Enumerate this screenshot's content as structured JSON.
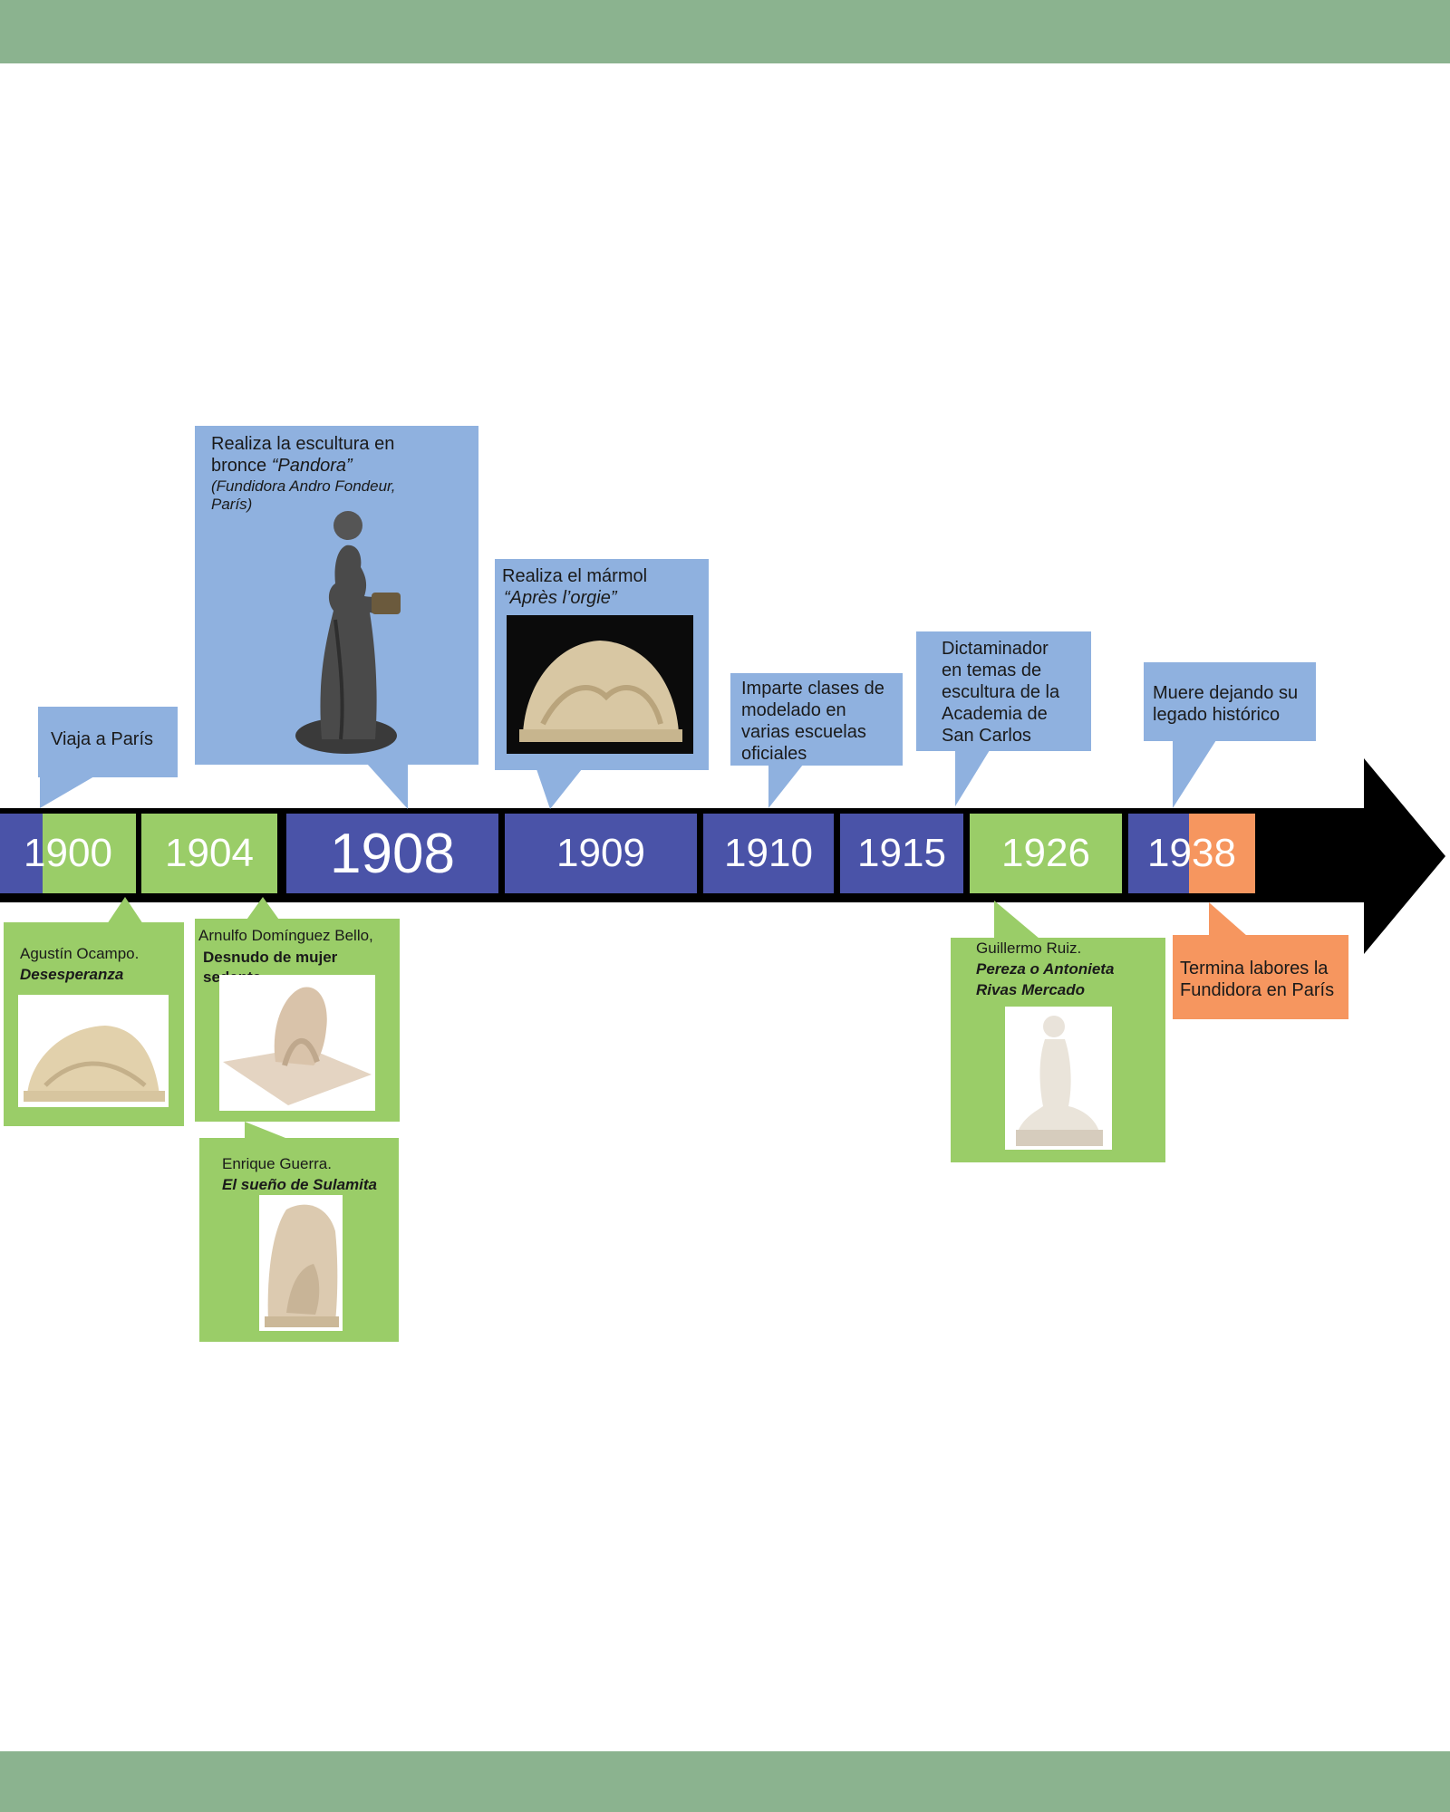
{
  "colors": {
    "frame_band": "#8bb38f",
    "segment_blue": "#4a53a8",
    "segment_green": "#9acd68",
    "segment_orange": "#f6965f",
    "callout_blue": "#8fb1df",
    "callout_green": "#9acd68",
    "callout_orange": "#f6965f",
    "axis": "#000000"
  },
  "timeline": {
    "years": [
      "1900",
      "1904",
      "1908",
      "1909",
      "1910",
      "1915",
      "1926",
      "1938"
    ]
  },
  "events_above": {
    "paris_trip": "Viaja a París",
    "pandora_line1": "Realiza la escultura en",
    "pandora_line2_prefix": "bronce ",
    "pandora_line2_title": "“Pandora”",
    "pandora_note_line1": "(Fundidora Andro Fondeur,",
    "pandora_note_line2": "París)",
    "apres_line1": "Realiza el mármol",
    "apres_title": "“Après l’orgie”",
    "classes_line1": "Imparte clases de",
    "classes_line2": "modelado en",
    "classes_line3": "varias escuelas",
    "classes_line4": "oficiales",
    "academia_line1": "Dictaminador",
    "academia_line2": "en temas de",
    "academia_line3": "escultura de la",
    "academia_line4": "Academia de",
    "academia_line5": "San Carlos",
    "death_line1": "Muere dejando su",
    "death_line2": "legado histórico"
  },
  "events_below": {
    "ocampo_artist": "Agustín Ocampo.",
    "ocampo_work": "Desesperanza",
    "dominguez_artist": "Arnulfo Domínguez Bello,",
    "dominguez_work": "Desnudo de mujer sedente",
    "guerra_artist": "Enrique Guerra.",
    "guerra_work": "El sueño de Sulamita",
    "ruiz_artist": "Guillermo Ruiz.",
    "ruiz_work_line1": "Pereza o Antonieta",
    "ruiz_work_line2": "Rivas Mercado",
    "foundry_line1": "Termina labores la",
    "foundry_line2": "Fundidora en París"
  }
}
